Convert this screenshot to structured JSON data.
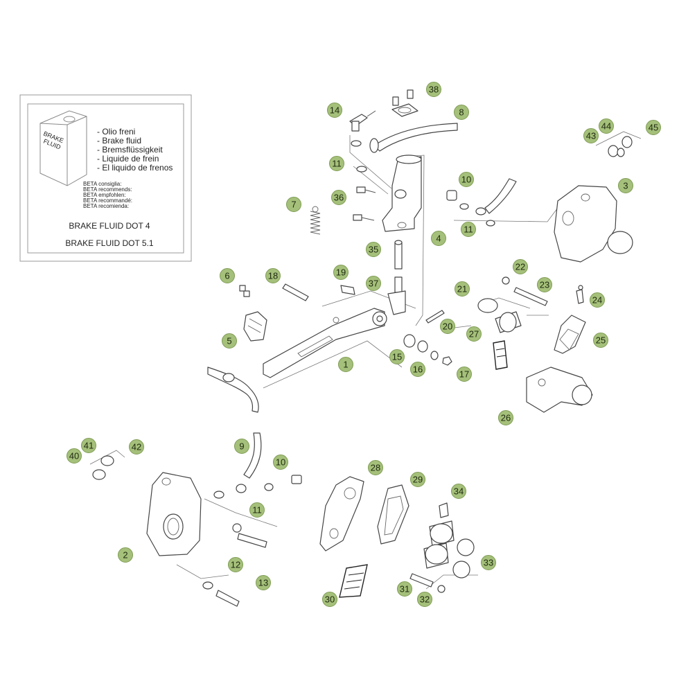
{
  "info_box": {
    "can_label_line1": "BRAKE",
    "can_label_line2": "FLUID",
    "languages": [
      "- Olio freni",
      "- Brake fluid",
      "- Bremsflüssigkeit",
      "- Liquide de frein",
      "- El liquido de frenos"
    ],
    "recommends": [
      "BETA consiglia:",
      "BETA recommends:",
      "BETA empfohlen:",
      "BETA recommandé:",
      "BETA recomienda:"
    ],
    "spec1": "BRAKE FLUID DOT 4",
    "spec2": "BRAKE FLUID DOT 5.1"
  },
  "callouts": [
    "1",
    "2",
    "3",
    "4",
    "5",
    "6",
    "7",
    "8",
    "9",
    "10",
    "10",
    "11",
    "11",
    "11",
    "12",
    "13",
    "14",
    "15",
    "16",
    "17",
    "18",
    "19",
    "20",
    "21",
    "22",
    "23",
    "24",
    "25",
    "26",
    "27",
    "28",
    "29",
    "30",
    "31",
    "32",
    "33",
    "34",
    "35",
    "36",
    "37",
    "38",
    "40",
    "41",
    "42",
    "43",
    "44",
    "45"
  ],
  "colors": {
    "callout_fill": "#a5c07a",
    "line": "#444444"
  }
}
